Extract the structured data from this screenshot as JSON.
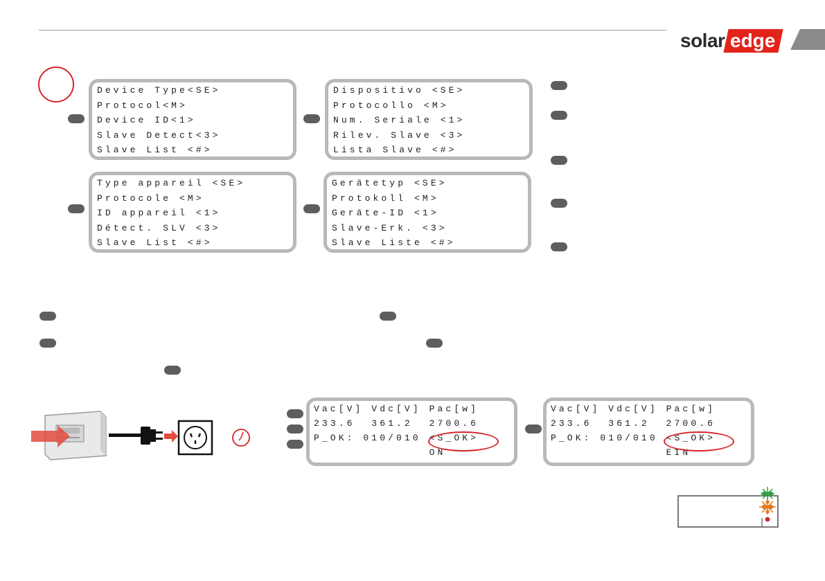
{
  "header": {
    "logo_solar": "solar",
    "logo_edge": "edge"
  },
  "lcd_en": [
    "Device Type<SE>",
    "Protocol<M>",
    "Device ID<1>",
    "Slave Detect<3>",
    "Slave List <#>"
  ],
  "lcd_it": [
    "Dispositivo <SE>",
    "Protocollo <M>",
    "Num. Seriale <1>",
    "Rilev. Slave <3>",
    "Lista Slave <#>"
  ],
  "lcd_fr": [
    "Type appareil <SE>",
    "Protocole <M>",
    "ID appareil <1>",
    "Détect. SLV <3>",
    "Slave List <#>"
  ],
  "lcd_de": [
    "Gerätetyp <SE>",
    "Protokoll <M>",
    "Geräte-ID <1>",
    "Slave-Erk. <3>",
    "Slave Liste <#>"
  ],
  "status_en": [
    "Vac[V] Vdc[V] Pac[w]",
    "233.6  361.2  2700.6",
    "P_OK: 010/010 <S_OK>",
    "              ON"
  ],
  "status_de": [
    "Vac[V] Vdc[V] Pac[w]",
    "233.6  361.2  2700.6",
    "P_OK: 010/010 <S_OK>",
    "              EIN"
  ],
  "colors": {
    "accent": "#d7252b",
    "pill": "#5e5e5e",
    "lcd_border": "#b9b9b9",
    "led_green": "#2e9e3a",
    "led_orange": "#e0791f",
    "led_red": "#d7252b"
  },
  "icons": [
    "step-circle-icon",
    "inverter-icon",
    "power-plug-icon",
    "arrow-right-icon",
    "wall-socket-icon",
    "clock-icon",
    "led-indicator-icon"
  ]
}
